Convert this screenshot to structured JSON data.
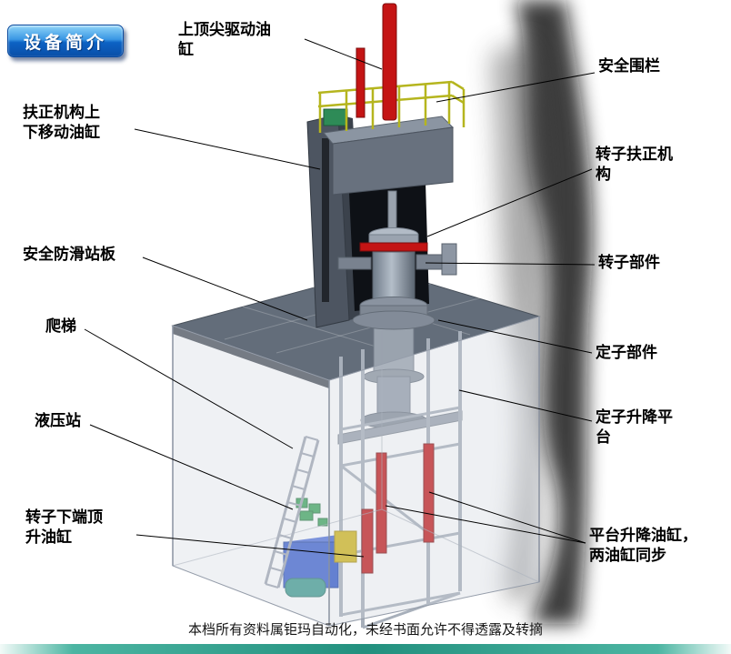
{
  "slide": {
    "badge": "设备简介",
    "footer": "本档所有资料属钜玛自动化，未经书面允许不得透露及转摘"
  },
  "labels": {
    "top_drive_cylinder": "上顶尖驱动油\n缸",
    "safety_fence": "安全围栏",
    "centering_lift_cylinder": "扶正机构上\n下移动油缸",
    "rotor_centering_mechanism": "转子扶正机\n构",
    "anti_slip_board": "安全防滑站板",
    "ladder": "爬梯",
    "rotor_part": "转子部件",
    "stator_part": "定子部件",
    "hydraulic_station": "液压站",
    "stator_lift_platform": "定子升降平\n台",
    "rotor_bottom_jack_cylinder": "转子下端顶\n升油缸",
    "platform_lift_cylinders": "平台升降油缸，\n两油缸同步"
  },
  "colors": {
    "red_cylinder": "#c41414",
    "yellow_rail": "#b5b51e",
    "blue_tank": "#2e55cc",
    "yellow_box": "#d4b614",
    "teal_motor": "#2f9486",
    "green_valve": "#2e9e4e",
    "green_box": "#2e8b57",
    "deck_gray": "#636d7a",
    "accent_bar_teal": "#22907e",
    "badge_blue": "#0c62c4"
  }
}
